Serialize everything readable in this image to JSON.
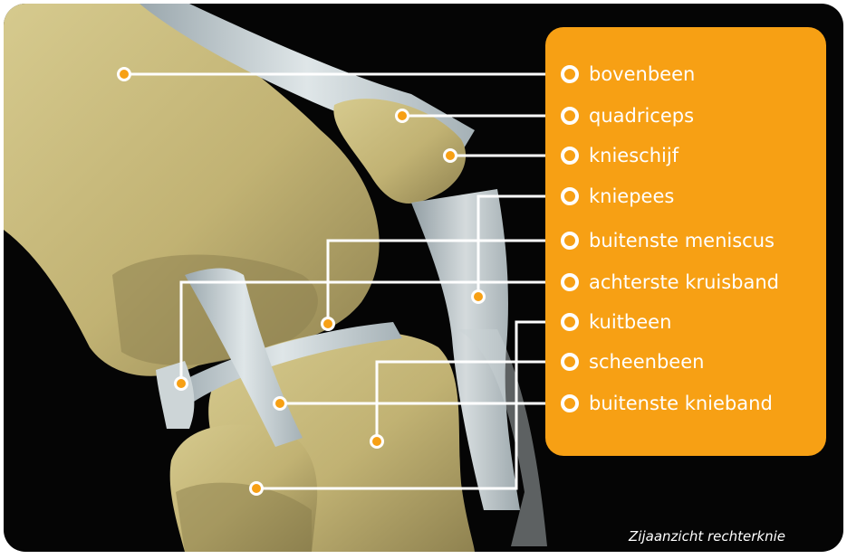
{
  "labels": [
    {
      "id": "bovenbeen",
      "text": "bovenbeen"
    },
    {
      "id": "quadriceps",
      "text": "quadriceps"
    },
    {
      "id": "knieschijf",
      "text": "knieschijf"
    },
    {
      "id": "kniepees",
      "text": "kniepees"
    },
    {
      "id": "buitenste-meniscus",
      "text": "buitenste meniscus"
    },
    {
      "id": "achterste-kruisband",
      "text": "achterste kruisband"
    },
    {
      "id": "kuitbeen",
      "text": "kuitbeen"
    },
    {
      "id": "scheenbeen",
      "text": "scheenbeen"
    },
    {
      "id": "buitenste-knieband",
      "text": "buitenste knieband"
    }
  ],
  "caption": "Zijaanzicht rechterknie",
  "colors": {
    "panel": "#f7a014",
    "marker": "#f7a014",
    "leader_line": "#ffffff",
    "bone": "#c8bb80",
    "ligament": "#c9d2d4",
    "background": "#050505"
  }
}
